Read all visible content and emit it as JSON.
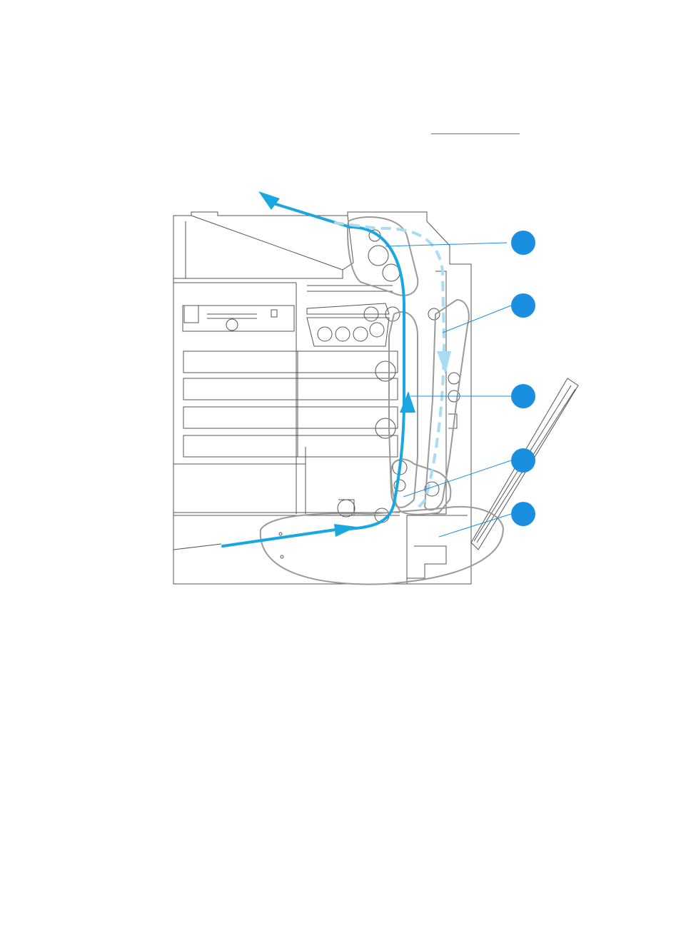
{
  "colors": {
    "path_blue": "#1aa7e0",
    "path_blue_light": "#a9dcf2",
    "line_gray": "#555555",
    "outline_gray": "#9a9a9a",
    "callout_blue": "#1a8fe0",
    "link_blue": "#1a8fe0"
  },
  "link": {
    "label": ""
  },
  "callouts": [
    {
      "id": 1,
      "label": ""
    },
    {
      "id": 2,
      "label": ""
    },
    {
      "id": 3,
      "label": ""
    },
    {
      "id": 4,
      "label": ""
    },
    {
      "id": 5,
      "label": ""
    }
  ]
}
